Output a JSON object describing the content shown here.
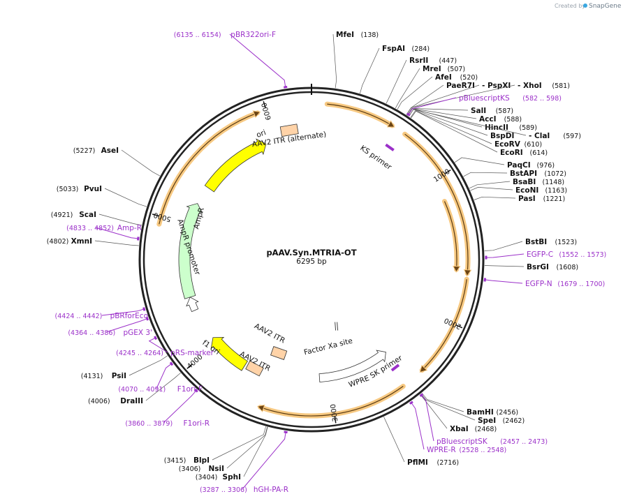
{
  "title": "pAAV.Syn.MTRIA-OT",
  "length_label": "6295 bp",
  "credit": {
    "prefix": "Created by",
    "brand": "SnapGene"
  },
  "colors": {
    "backbone": "#222222",
    "primer": "#9b30c9",
    "orf_glow": "#f7c982",
    "ori": "#ffff00",
    "ampr": "#ccffcc",
    "itr": "#ffd3a8",
    "promoter": "#ffffff"
  },
  "sequence": {
    "length": 6295
  },
  "ticks": [
    {
      "label": "1000",
      "bp": 1000
    },
    {
      "label": "2000",
      "bp": 2000
    },
    {
      "label": "3000",
      "bp": 3000
    },
    {
      "label": "4000",
      "bp": 4000
    },
    {
      "label": "5000",
      "bp": 5000
    },
    {
      "label": "6000",
      "bp": 6000
    }
  ],
  "enzymes": [
    {
      "name": "MfeI",
      "pos": "(138)",
      "bp": 138
    },
    {
      "name": "FspAI",
      "pos": "(284)",
      "bp": 284
    },
    {
      "name": "RsrII",
      "pos": "(447)",
      "bp": 447
    },
    {
      "name": "MreI",
      "pos": "(507)",
      "bp": 507
    },
    {
      "name": "AfeI",
      "pos": "(520)",
      "bp": 520
    },
    {
      "name": "PaeR7I",
      "pos": "",
      "bp": 581
    },
    {
      "name": "- PspXI",
      "pos": "",
      "bp": 581
    },
    {
      "name": "- XhoI",
      "pos": "(581)",
      "bp": 581
    },
    {
      "name": "SalI",
      "pos": "(587)",
      "bp": 587
    },
    {
      "name": "AccI",
      "pos": "(588)",
      "bp": 588
    },
    {
      "name": "HincII",
      "pos": "(589)",
      "bp": 589
    },
    {
      "name": "BspDI",
      "pos": "",
      "bp": 597
    },
    {
      "name": "- ClaI",
      "pos": "(597)",
      "bp": 597
    },
    {
      "name": "EcoRV",
      "pos": "(610)",
      "bp": 610
    },
    {
      "name": "EcoRI",
      "pos": "(614)",
      "bp": 614
    },
    {
      "name": "PaqCI",
      "pos": "(976)",
      "bp": 976
    },
    {
      "name": "BstAPI",
      "pos": "(1072)",
      "bp": 1072
    },
    {
      "name": "BsaBI",
      "pos": "(1148)",
      "bp": 1148
    },
    {
      "name": "EcoNI",
      "pos": "(1163)",
      "bp": 1163
    },
    {
      "name": "PasI",
      "pos": "(1221)",
      "bp": 1221
    },
    {
      "name": "BstBI",
      "pos": "(1523)",
      "bp": 1523
    },
    {
      "name": "BsrGI",
      "pos": "(1608)",
      "bp": 1608
    },
    {
      "name": "BamHI",
      "pos": "(2456)",
      "bp": 2456
    },
    {
      "name": "SpeI",
      "pos": "(2462)",
      "bp": 2462
    },
    {
      "name": "XbaI",
      "pos": "(2468)",
      "bp": 2468
    },
    {
      "name": "PflMI",
      "pos": "(2716)",
      "bp": 2716
    },
    {
      "name": "SphI",
      "pos": "(3404)",
      "bp": 3404
    },
    {
      "name": "NsiI",
      "pos": "(3406)",
      "bp": 3406
    },
    {
      "name": "BlpI",
      "pos": "(3415)",
      "bp": 3415
    },
    {
      "name": "DraIII",
      "pos": "(4006)",
      "bp": 4006
    },
    {
      "name": "PsiI",
      "pos": "(4131)",
      "bp": 4131
    },
    {
      "name": "XmnI",
      "pos": "(4802)",
      "bp": 4802
    },
    {
      "name": "ScaI",
      "pos": "(4921)",
      "bp": 4921
    },
    {
      "name": "PvuI",
      "pos": "(5033)",
      "bp": 5033
    },
    {
      "name": "AseI",
      "pos": "(5227)",
      "bp": 5227
    }
  ],
  "primers": [
    {
      "name": "pBR322ori-F",
      "pos": "(6135 .. 6154)",
      "bp": 6145
    },
    {
      "name": "pBluescriptKS",
      "pos": "(582 .. 598)",
      "bp": 590
    },
    {
      "name": "EGFP-C",
      "pos": "(1552 .. 1573)",
      "bp": 1562
    },
    {
      "name": "EGFP-N",
      "pos": "(1679 .. 1700)",
      "bp": 1690
    },
    {
      "name": "pBluescriptSK",
      "pos": "(2457 .. 2473)",
      "bp": 2465
    },
    {
      "name": "WPRE-R",
      "pos": "(2528 .. 2548)",
      "bp": 2538
    },
    {
      "name": "hGH-PA-R",
      "pos": "(3287 .. 3306)",
      "bp": 3296
    },
    {
      "name": "F1ori-R",
      "pos": "(3860 .. 3879)",
      "bp": 3870
    },
    {
      "name": "F1ori-F",
      "pos": "(4070 .. 4091)",
      "bp": 4080
    },
    {
      "name": "pRS-marker",
      "pos": "(4245 .. 4264)",
      "bp": 4255
    },
    {
      "name": "pGEX 3'",
      "pos": "(4364 .. 4386)",
      "bp": 4375
    },
    {
      "name": "pBRforEco",
      "pos": "(4424 .. 4442)",
      "bp": 4433
    },
    {
      "name": "Amp-R",
      "pos": "(4833 .. 4852)",
      "bp": 4842
    }
  ],
  "features": [
    {
      "label": "ori",
      "start": 5330,
      "end": 5920,
      "kind": "ori"
    },
    {
      "label": "AmpR",
      "start": 4420,
      "end": 5180,
      "kind": "ampr"
    },
    {
      "label": "AmpR promoter",
      "start": 4310,
      "end": 4420,
      "kind": "promoter"
    },
    {
      "label": "f1 ori",
      "start": 3710,
      "end": 4050,
      "kind": "ori"
    },
    {
      "label": "AAV2 ITR (alternate)",
      "start": 6070,
      "end": 6180,
      "kind": "itr"
    },
    {
      "label": "AAV2 ITR",
      "start": 3560,
      "end": 3700,
      "kind": "itr"
    },
    {
      "label": "AAV2 ITR",
      "start": 3440,
      "end": 3530,
      "kind": "itr"
    },
    {
      "label": "WPRE",
      "start": 2470,
      "end": 3080,
      "kind": "promoter"
    },
    {
      "label": "Factor Xa site",
      "start": 2790,
      "end": 2810,
      "kind": "site"
    },
    {
      "label": "KS primer",
      "start": 575,
      "end": 605,
      "kind": "primer-site"
    },
    {
      "label": "SK primer",
      "start": 2455,
      "end": 2480,
      "kind": "primer-site"
    }
  ],
  "orfs": [
    {
      "start": 100,
      "end": 560,
      "label": ""
    },
    {
      "start": 640,
      "end": 1680,
      "label": ""
    },
    {
      "start": 1160,
      "end": 1660,
      "label": ""
    },
    {
      "start": 1700,
      "end": 2380,
      "label": ""
    },
    {
      "start": 2520,
      "end": 3500,
      "label": ""
    },
    {
      "start": 4950,
      "end": 5960,
      "label": ""
    }
  ]
}
